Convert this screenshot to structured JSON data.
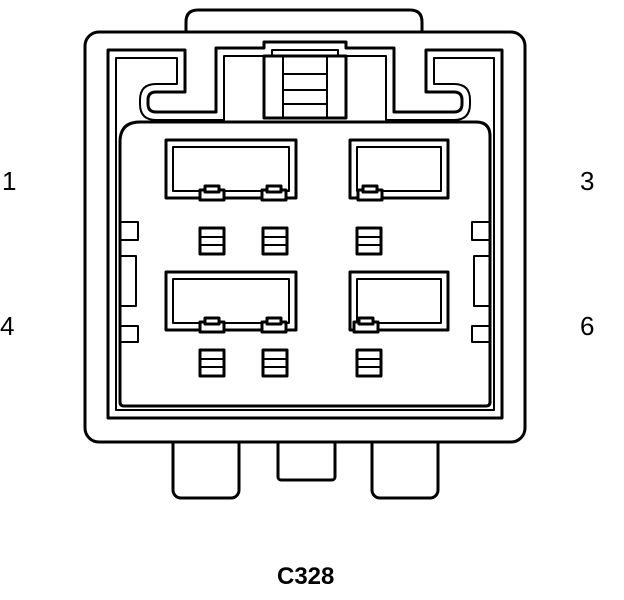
{
  "connector": {
    "id": "C328",
    "pins": [
      {
        "label": "1"
      },
      {
        "label": "3"
      },
      {
        "label": "4"
      },
      {
        "label": "6"
      }
    ]
  }
}
